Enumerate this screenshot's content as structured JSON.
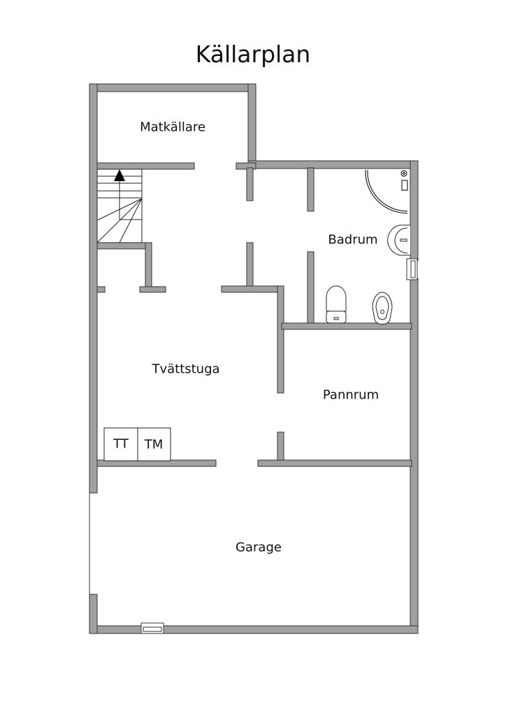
{
  "title": "Källarplan",
  "rooms": [
    {
      "name": "Matkällare"
    },
    {
      "name": "Badrum"
    },
    {
      "name": "Tvättstuga"
    },
    {
      "name": "Pannrum"
    },
    {
      "name": "Garage"
    }
  ],
  "appliances": [
    {
      "label": "TT"
    },
    {
      "label": "TM"
    }
  ],
  "colors": {
    "wall_fill": "#a0a0a0",
    "wall_stroke": "#333333",
    "background": "#ffffff"
  }
}
